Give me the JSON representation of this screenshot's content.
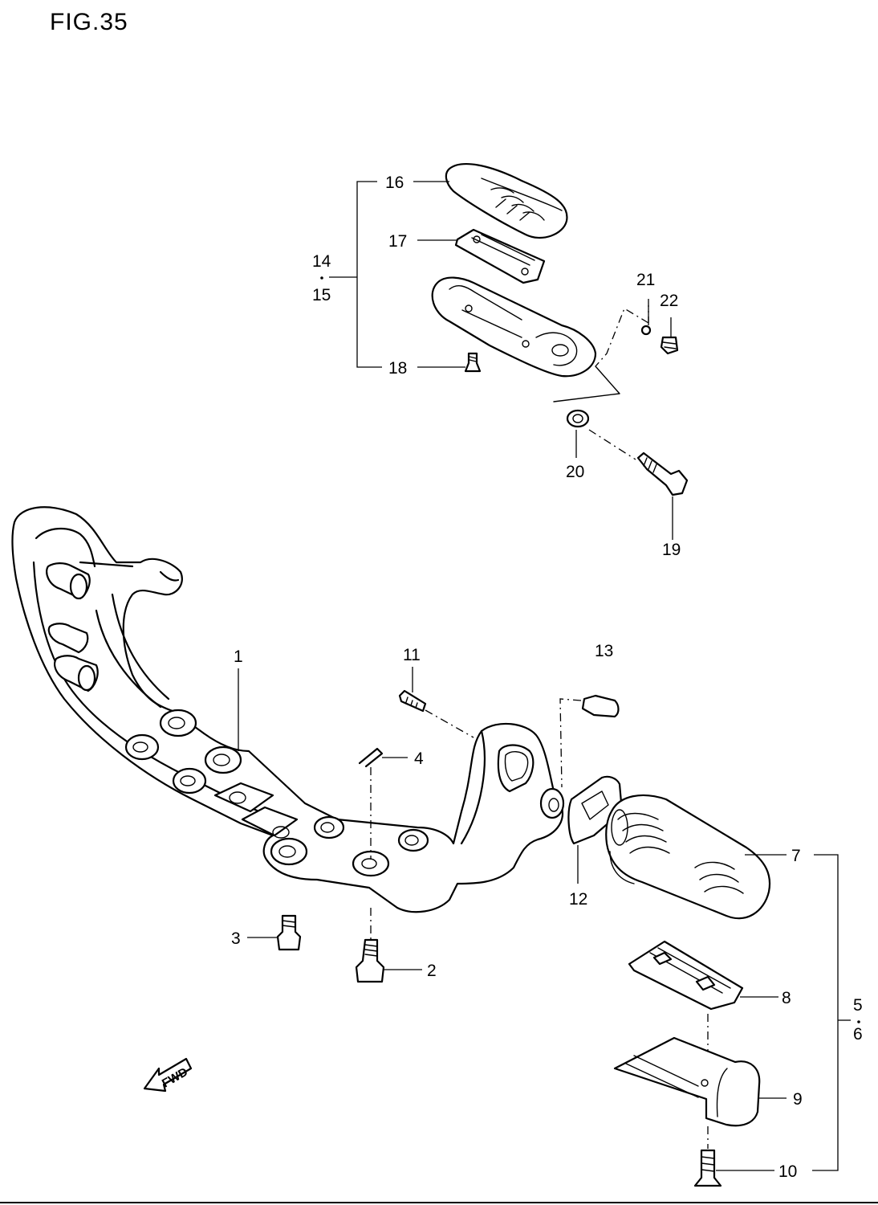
{
  "figure": {
    "title": "FIG.35"
  },
  "fwd_label": "FWD",
  "callouts": {
    "c1": "1",
    "c2": "2",
    "c3": "3",
    "c4": "4",
    "c5": "5",
    "c6": "6",
    "c7": "7",
    "c8": "8",
    "c9": "9",
    "c10": "10",
    "c11": "11",
    "c12": "12",
    "c13": "13",
    "c14": "14",
    "c15": "15",
    "c16": "16",
    "c17": "17",
    "c18": "18",
    "c19": "19",
    "c20": "20",
    "c21": "21",
    "c22": "22"
  }
}
